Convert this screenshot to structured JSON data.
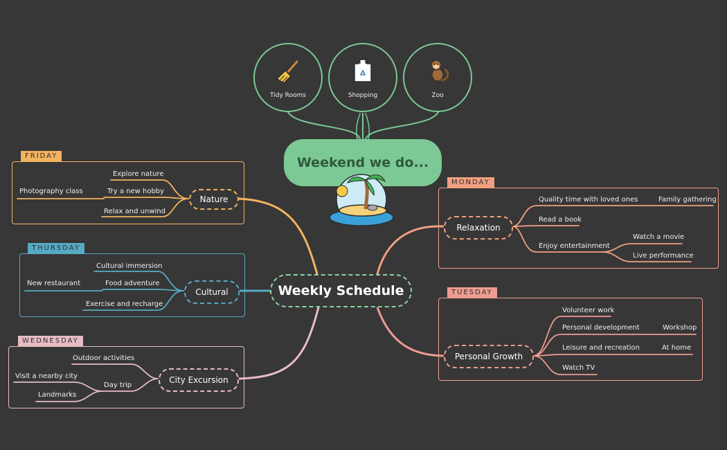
{
  "center_title": "Weekly Schedule",
  "weekend": {
    "title": "Weekend we do...",
    "items": [
      "Tidy Rooms",
      "Shopping",
      "Zoo"
    ]
  },
  "days": {
    "friday": {
      "tag": "FRIDAY",
      "topic": "Nature",
      "items": [
        "Explore nature",
        "Try a new hobby",
        "Relax and unwind"
      ],
      "sub": [
        "Photography class"
      ]
    },
    "thursday": {
      "tag": "THURSDAY",
      "topic": "Cultural",
      "items": [
        "Cultural immersion",
        "Food adventure",
        "Exercise and recharge"
      ],
      "sub": [
        "New restaurant"
      ]
    },
    "wednesday": {
      "tag": "WEDNESDAY",
      "topic": "City Excursion",
      "items": [
        "Outdoor activities",
        "Day trip"
      ],
      "sub": [
        "Visit a nearby city",
        "Landmarks"
      ]
    },
    "monday": {
      "tag": "MONDAY",
      "topic": "Relaxation",
      "items": [
        "Quality time with loved ones",
        "Read a book",
        "Enjoy entertainment"
      ],
      "sub": [
        "Family gathering",
        "Watch a movie",
        "Live performance"
      ]
    },
    "tuesday": {
      "tag": "TUESDAY",
      "topic": "Personal Growth",
      "items": [
        "Volunteer work",
        "Personal development",
        "Leisure and recreation",
        "Watch TV"
      ],
      "sub": [
        "Workshop",
        "At home"
      ]
    }
  },
  "colors": {
    "background": "#373737",
    "friday": "#f4b35f",
    "thursday": "#56aac4",
    "wednesday": "#e8bcc4",
    "monday": "#f0a080",
    "tuesday": "#ee9c92",
    "weekend": "#7cc995",
    "center": "#8fd19e"
  },
  "icons": {
    "tidy_rooms": "broom-icon",
    "shopping": "recycle-bag-icon",
    "zoo": "monkey-icon",
    "weekend": "palm-island-icon"
  }
}
